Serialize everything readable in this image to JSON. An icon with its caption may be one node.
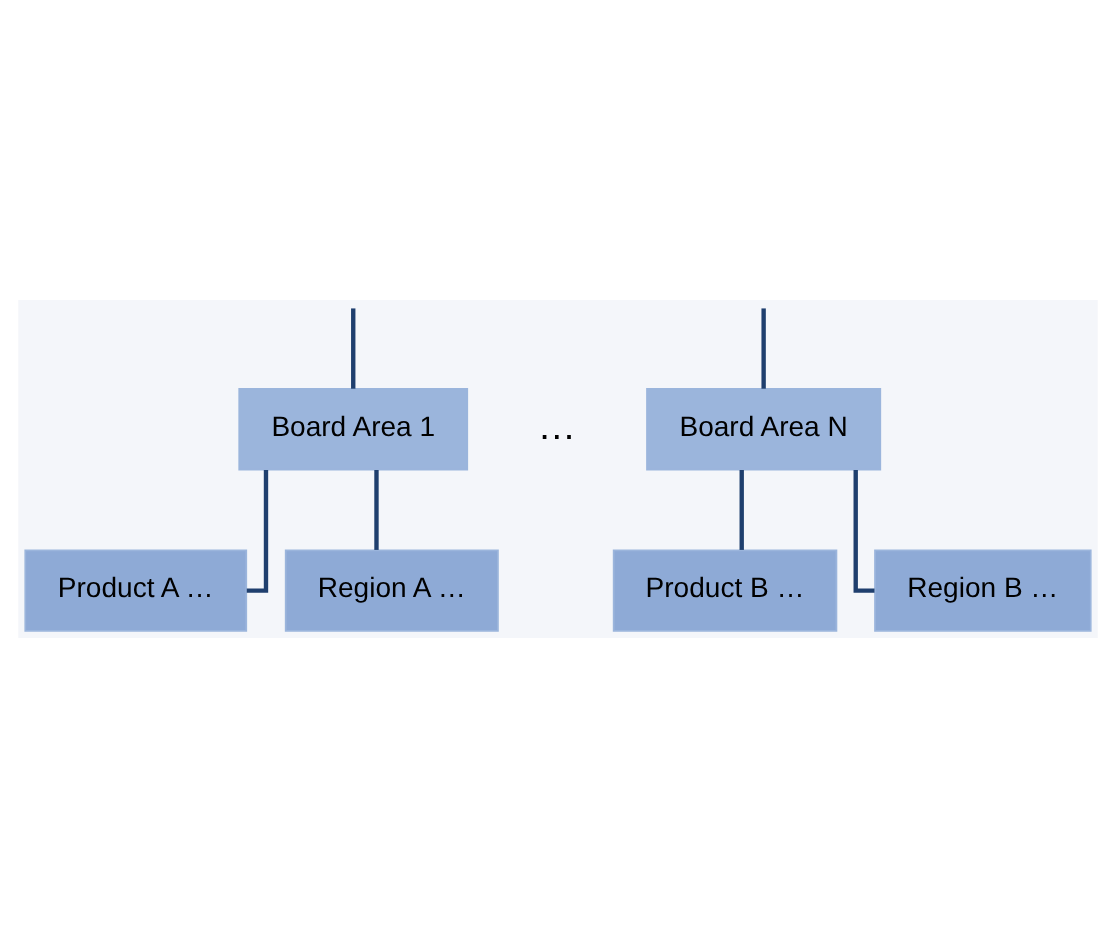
{
  "diagram": {
    "nodes": [
      {
        "text": [
          "Board Area 1"
        ]
      },
      {
        "text": [
          "Board Area N"
        ]
      },
      {
        "text": [
          "Product A …"
        ]
      },
      {
        "text": [
          "Region A …"
        ]
      },
      {
        "text": [
          "Product B …"
        ]
      },
      {
        "text": [
          "Region B …"
        ]
      }
    ],
    "edges": [
      {
        "from": null,
        "to": 0,
        "arrow": "none"
      },
      {
        "from": null,
        "to": 1,
        "arrow": "none"
      },
      {
        "from": 0,
        "to": 2,
        "arrow": "none"
      },
      {
        "from": 0,
        "to": 3,
        "arrow": "none"
      },
      {
        "from": 1,
        "to": 4,
        "arrow": "none"
      },
      {
        "from": 1,
        "to": 5,
        "arrow": "none"
      }
    ],
    "labels": [
      "…"
    ]
  }
}
